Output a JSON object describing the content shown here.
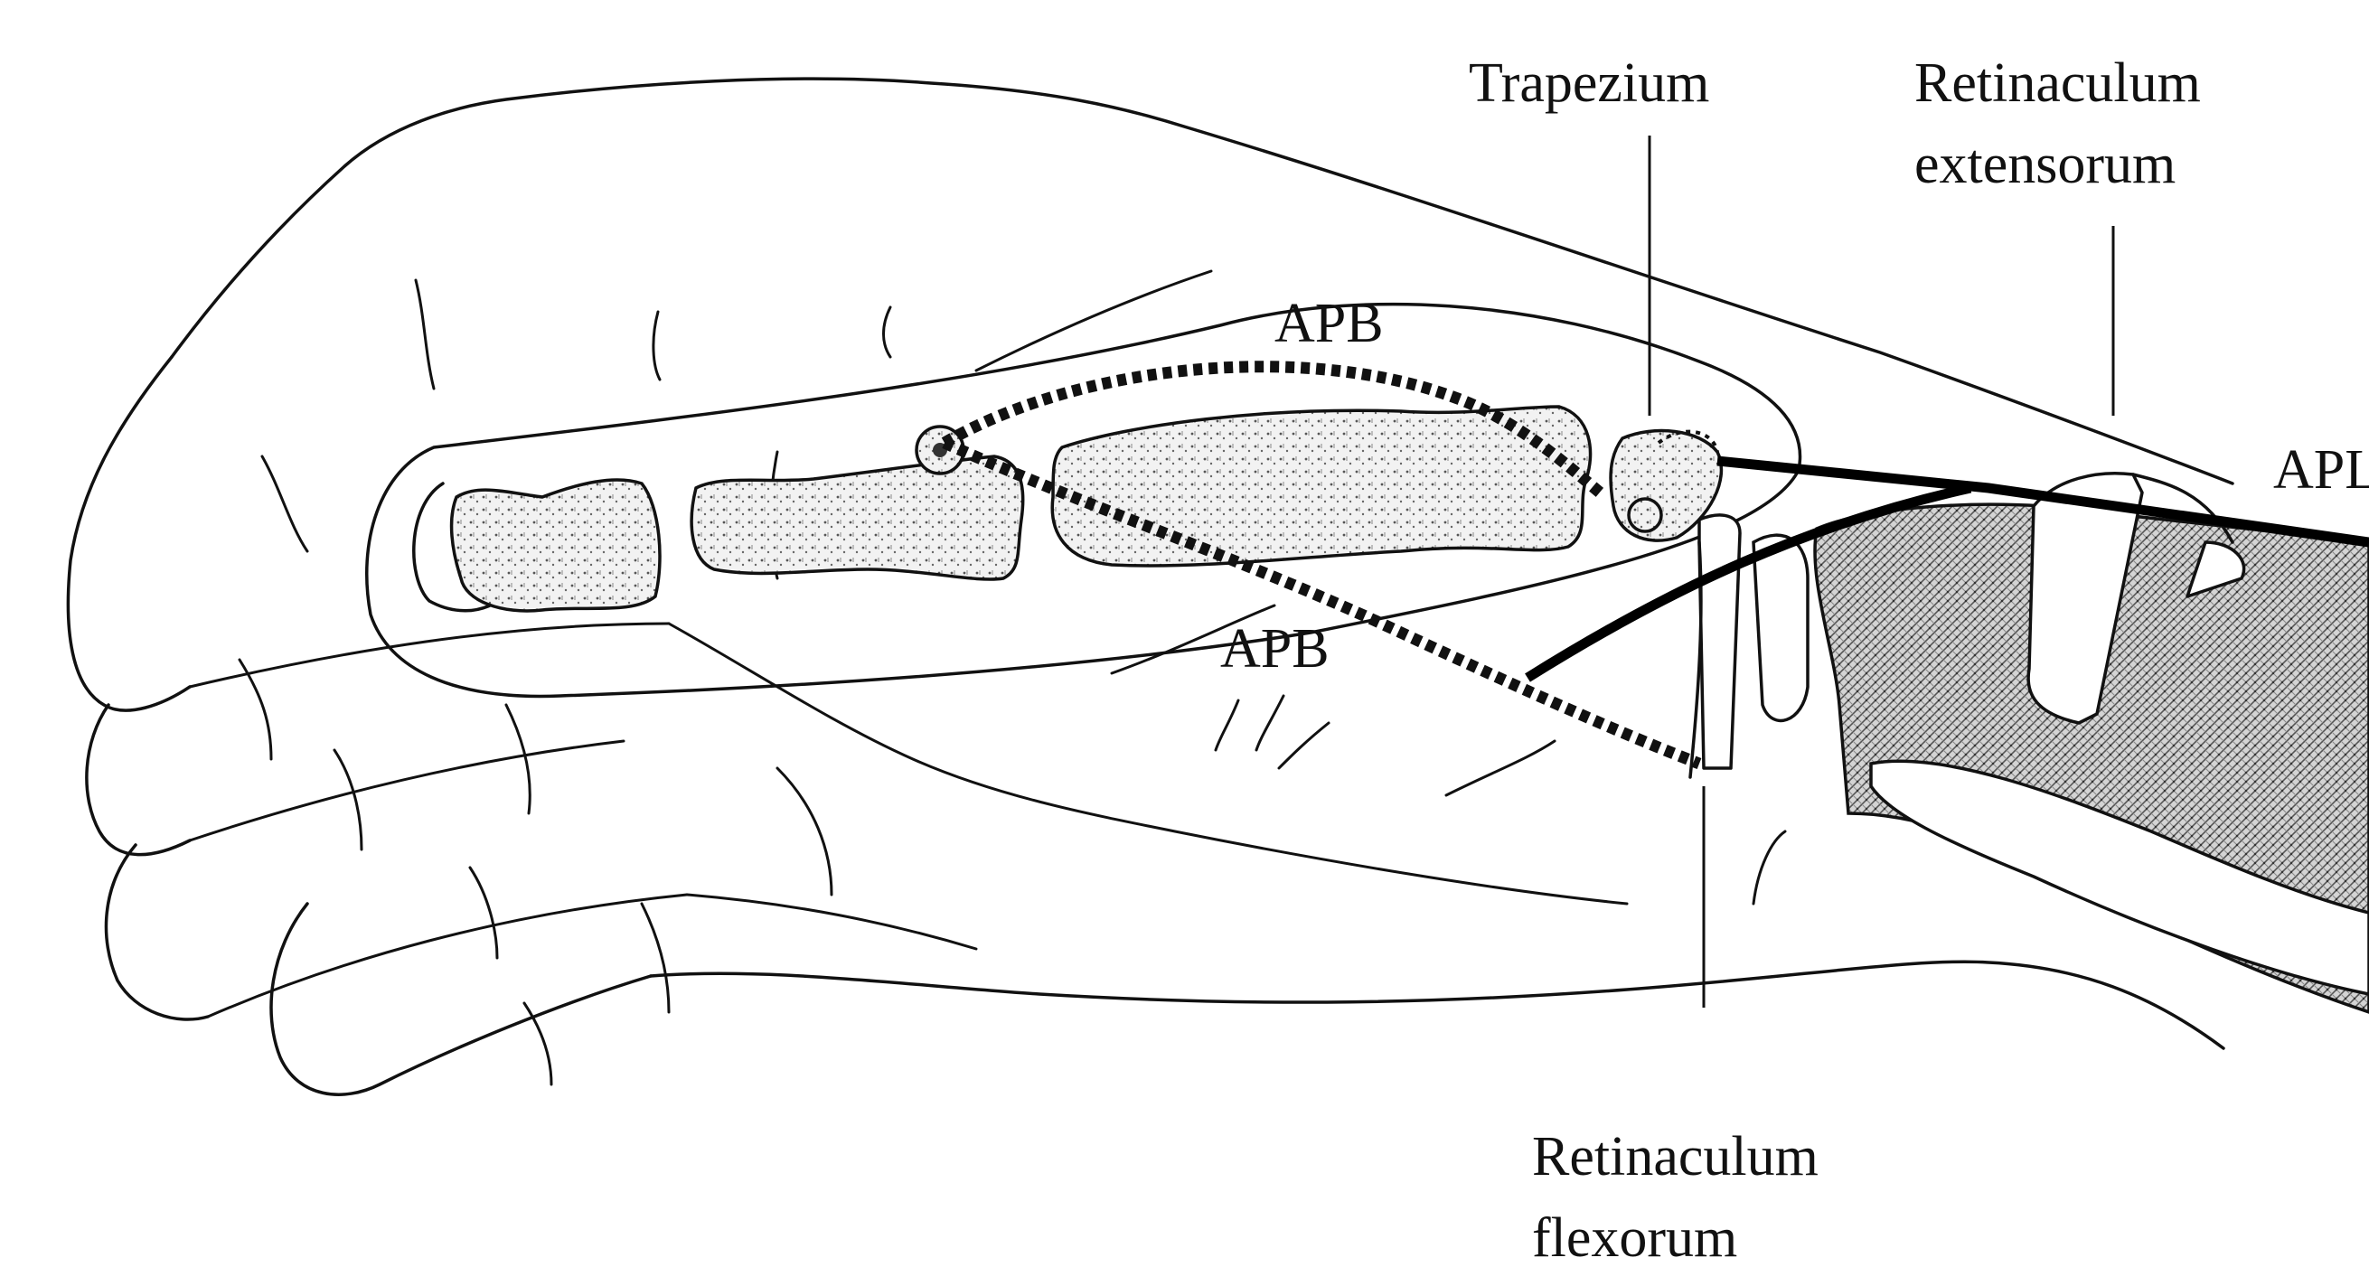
{
  "labels": {
    "trapezium": "Trapezium",
    "retinaculum_extensorum_line1": "Retinaculum",
    "retinaculum_extensorum_line2": "extensorum",
    "apb_upper": "APB",
    "apb_lower": "APB",
    "apl_partial": "APL",
    "retinaculum_flexorum_line1": "Retinaculum",
    "retinaculum_flexorum_line2": "flexorum"
  },
  "colors": {
    "ink": "#111111",
    "background": "#ffffff"
  }
}
